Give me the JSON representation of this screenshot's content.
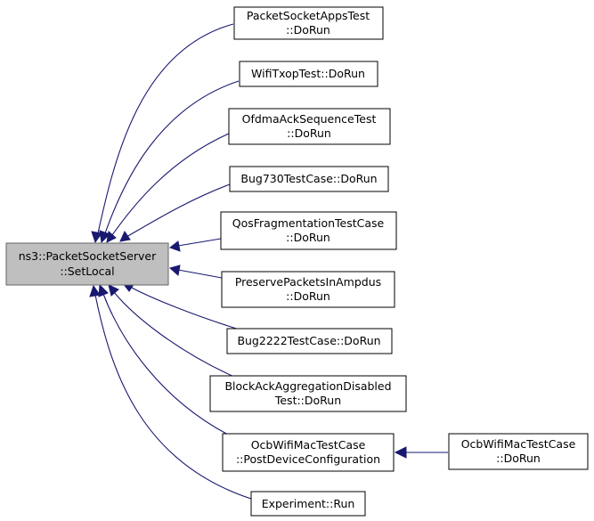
{
  "diagram": {
    "nodes": {
      "root": {
        "lines": [
          "ns3::PacketSocketServer",
          "::SetLocal"
        ],
        "highlighted": true
      },
      "packetSocketAppsTest": {
        "lines": [
          "PacketSocketAppsTest",
          "::DoRun"
        ]
      },
      "wifiTxopTest": {
        "lines": [
          "WifiTxopTest::DoRun"
        ]
      },
      "ofdmaAckSequenceTest": {
        "lines": [
          "OfdmaAckSequenceTest",
          "::DoRun"
        ]
      },
      "bug730TestCase": {
        "lines": [
          "Bug730TestCase::DoRun"
        ]
      },
      "qosFragmentationTestCase": {
        "lines": [
          "QosFragmentationTestCase",
          "::DoRun"
        ]
      },
      "preservePacketsInAmpdus": {
        "lines": [
          "PreservePacketsInAmpdus",
          "::DoRun"
        ]
      },
      "bug2222TestCase": {
        "lines": [
          "Bug2222TestCase::DoRun"
        ]
      },
      "blockAckAggregationDisabledTest": {
        "lines": [
          "BlockAckAggregationDisabled",
          "Test::DoRun"
        ]
      },
      "ocbWifiMacTestCasePostDevice": {
        "lines": [
          "OcbWifiMacTestCase",
          "::PostDeviceConfiguration"
        ]
      },
      "experimentRun": {
        "lines": [
          "Experiment::Run"
        ]
      },
      "ocbWifiMacTestCaseDoRun": {
        "lines": [
          "OcbWifiMacTestCase",
          "::DoRun"
        ]
      }
    },
    "edges": [
      {
        "from": "packetSocketAppsTest",
        "to": "root"
      },
      {
        "from": "wifiTxopTest",
        "to": "root"
      },
      {
        "from": "ofdmaAckSequenceTest",
        "to": "root"
      },
      {
        "from": "bug730TestCase",
        "to": "root"
      },
      {
        "from": "qosFragmentationTestCase",
        "to": "root"
      },
      {
        "from": "preservePacketsInAmpdus",
        "to": "root"
      },
      {
        "from": "bug2222TestCase",
        "to": "root"
      },
      {
        "from": "blockAckAggregationDisabledTest",
        "to": "root"
      },
      {
        "from": "ocbWifiMacTestCasePostDevice",
        "to": "root"
      },
      {
        "from": "experimentRun",
        "to": "root"
      },
      {
        "from": "ocbWifiMacTestCaseDoRun",
        "to": "ocbWifiMacTestCasePostDevice"
      }
    ],
    "colors": {
      "edge": "#191970",
      "root_fill": "#bfbfbf",
      "root_border": "#666666",
      "node_fill": "#ffffff",
      "node_border": "#000000"
    }
  }
}
